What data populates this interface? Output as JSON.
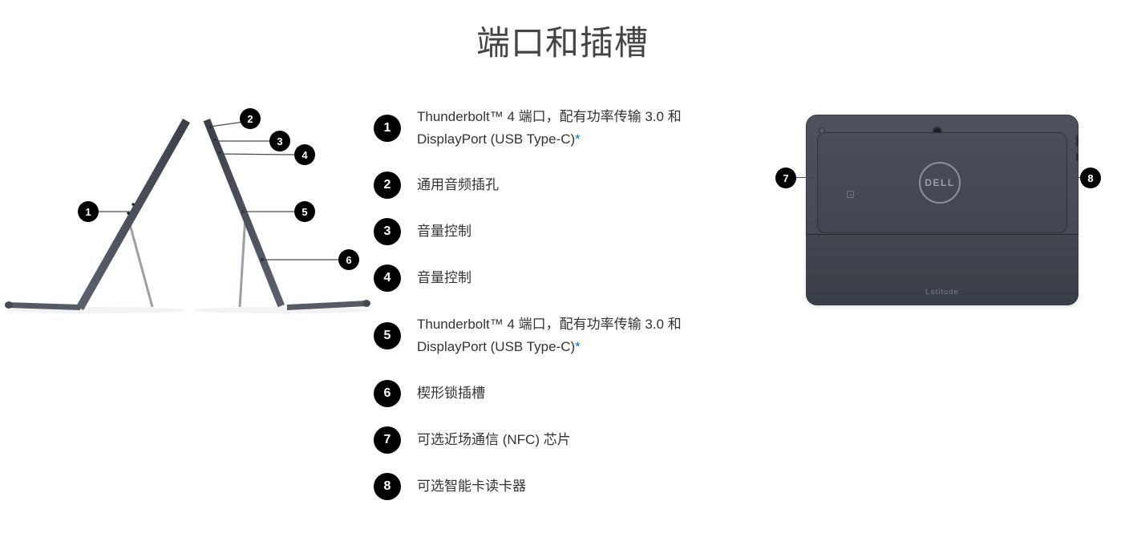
{
  "page": {
    "title": "端口和插槽"
  },
  "legend": {
    "items": [
      {
        "number": "1",
        "text": "Thunderbolt™ 4 端口，配有功率传输 3.0 和 DisplayPort (USB Type-C)",
        "asterisk": "*"
      },
      {
        "number": "2",
        "text": "通用音频插孔"
      },
      {
        "number": "3",
        "text": "音量控制"
      },
      {
        "number": "4",
        "text": "音量控制"
      },
      {
        "number": "5",
        "text": "Thunderbolt™ 4 端口，配有功率传输 3.0 和 DisplayPort (USB Type-C)",
        "asterisk": "*"
      },
      {
        "number": "6",
        "text": "楔形锁插槽"
      },
      {
        "number": "7",
        "text": "可选近场通信 (NFC) 芯片"
      },
      {
        "number": "8",
        "text": "可选智能卡读卡器"
      }
    ]
  },
  "diagram_left": {
    "description": "side views of 2-in-1 device with kickstand",
    "callouts": [
      {
        "number": "1"
      },
      {
        "number": "2"
      },
      {
        "number": "3"
      },
      {
        "number": "4"
      },
      {
        "number": "5"
      },
      {
        "number": "6"
      }
    ]
  },
  "diagram_right": {
    "description": "back view of tablet",
    "logo_text": "DELL",
    "brand_text": "Latitude",
    "callouts": [
      {
        "number": "7"
      },
      {
        "number": "8"
      }
    ]
  },
  "colors": {
    "accent_blue": "#0672cb",
    "badge_black": "#000000",
    "body_text": "#333333",
    "device_gray": "#454a54"
  }
}
